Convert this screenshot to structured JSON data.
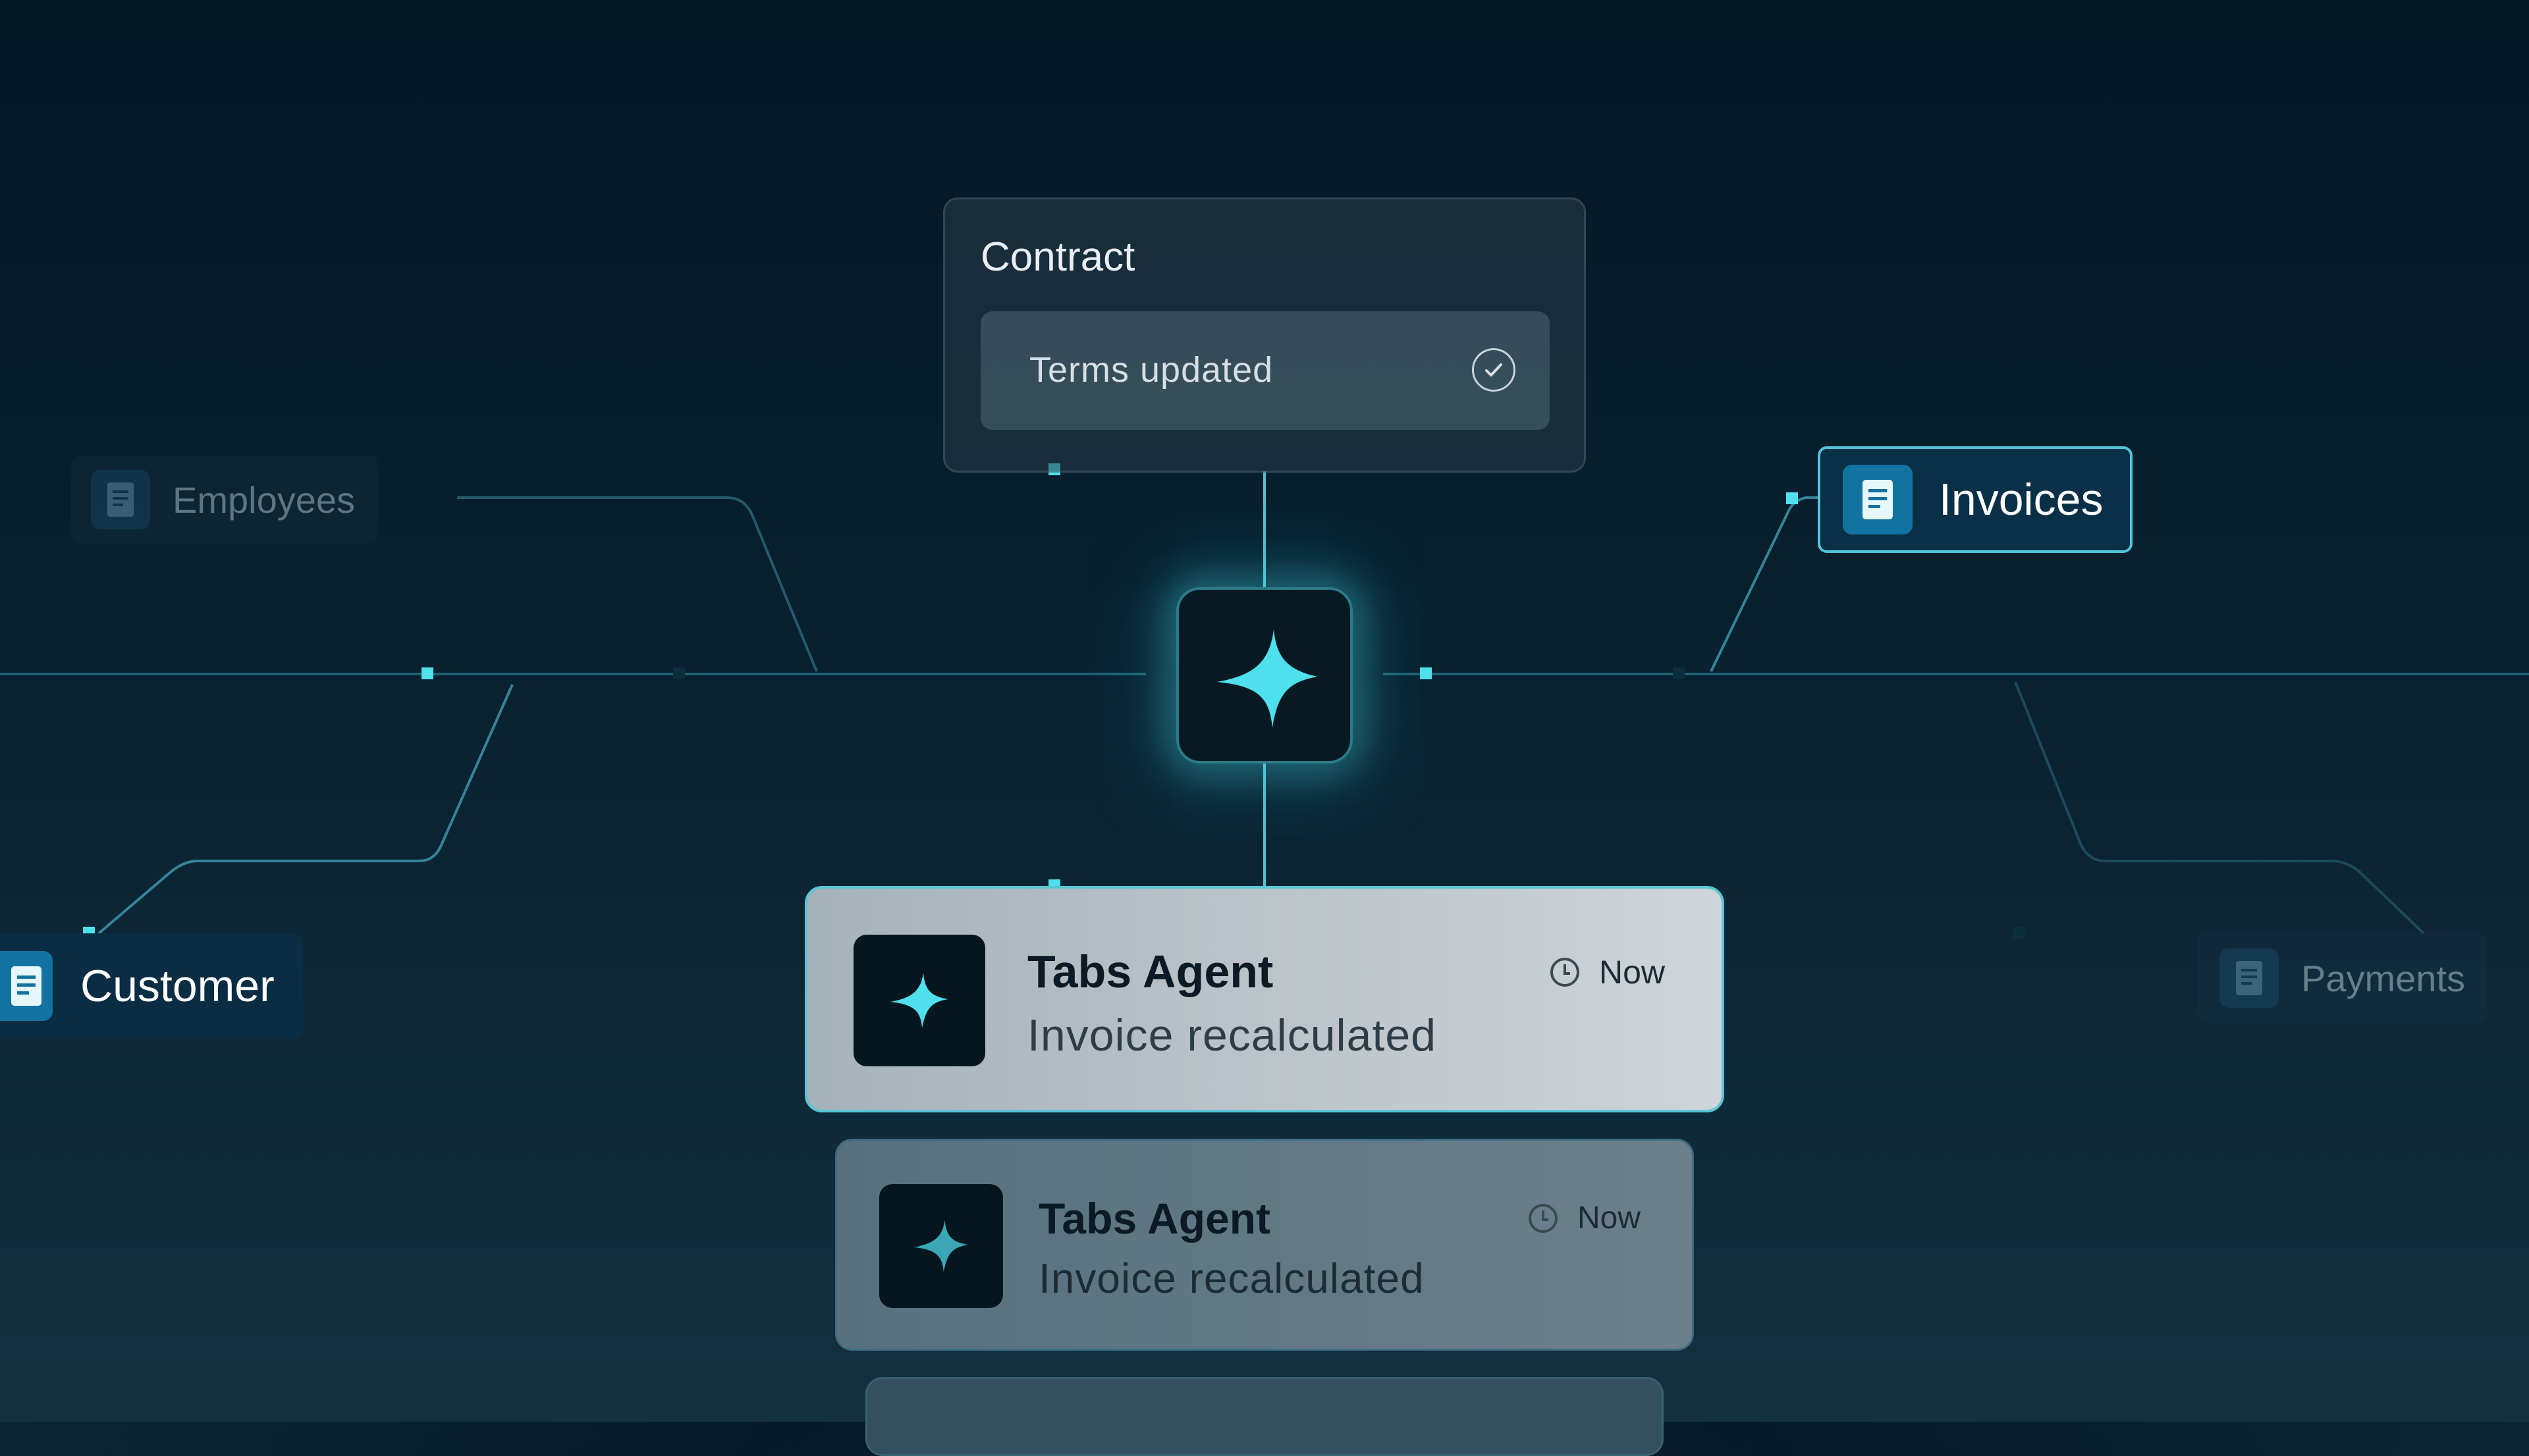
{
  "contract": {
    "title": "Contract",
    "status_label": "Terms updated"
  },
  "hub": {
    "icon": "sparkle-icon"
  },
  "tags": {
    "employees": "Employees",
    "invoices": "Invoices",
    "customer": "Customer",
    "payments": "Payments"
  },
  "notifications": [
    {
      "title": "Tabs Agent",
      "message": "Invoice recalculated",
      "time": "Now"
    },
    {
      "title": "Tabs Agent",
      "message": "Invoice recalculated",
      "time": "Now"
    }
  ],
  "colors": {
    "accent": "#4fe0ee",
    "background": "#061b2a",
    "doc_icon_bg": "#1272a0"
  }
}
